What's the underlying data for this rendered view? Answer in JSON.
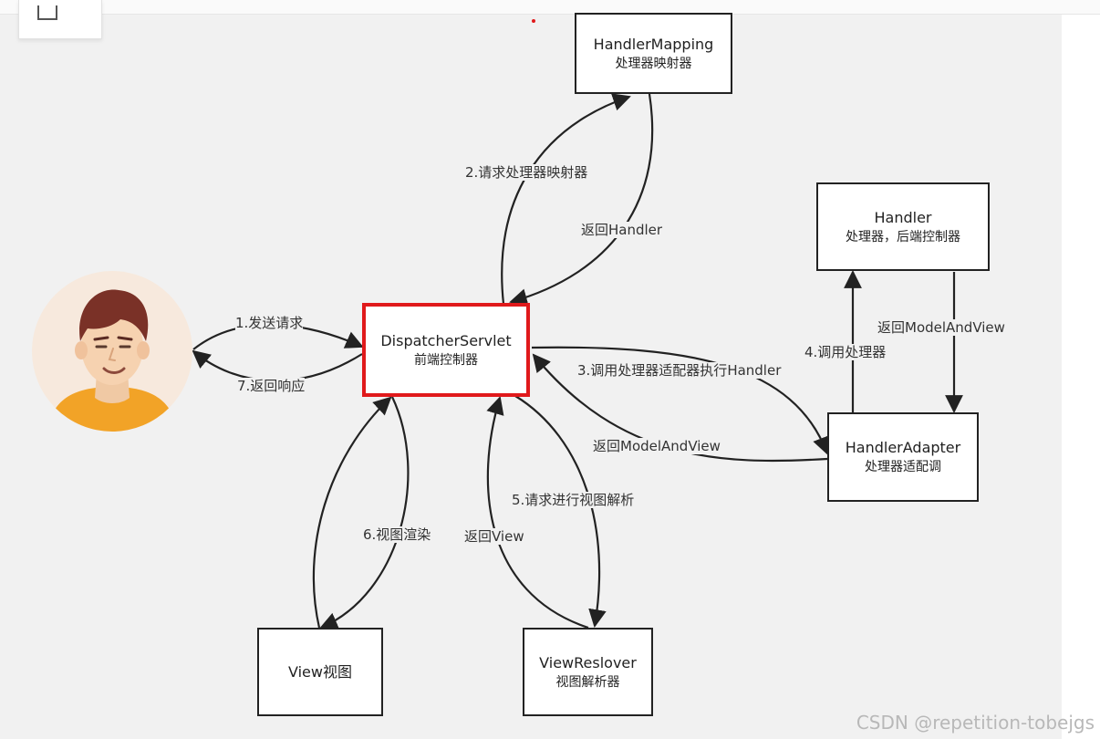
{
  "nodes": {
    "handler_mapping": {
      "title": "HandlerMapping",
      "subtitle": "处理器映射器"
    },
    "handler": {
      "title": "Handler",
      "subtitle": "处理器，后端控制器"
    },
    "dispatcher_servlet": {
      "title": "DispatcherServlet",
      "subtitle": "前端控制器"
    },
    "handler_adapter": {
      "title": "HandlerAdapter",
      "subtitle": "处理器适配调"
    },
    "view": {
      "title": "View视图"
    },
    "view_reslover": {
      "title": "ViewReslover",
      "subtitle": "视图解析器"
    }
  },
  "edges": {
    "send_request": "1.发送请求",
    "return_response": "7.返回响应",
    "request_mapping": "2.请求处理器映射器",
    "return_handler": "返回Handler",
    "call_adapter": "3.调用处理器适配器执行Handler",
    "return_mav_adapter": "返回ModelAndView",
    "call_handler": "4.调用处理器",
    "return_mav_handler": "返回ModelAndView",
    "request_resolve": "5.请求进行视图解析",
    "return_view": "返回View",
    "render_view": "6.视图渲染"
  },
  "colors": {
    "highlight_border": "#e0191b",
    "arrow": "#222222",
    "background": "#f1f1f1"
  },
  "watermark": "CSDN @repetition-tobejgs",
  "icons": {
    "user": "user-avatar-icon",
    "toolbar": "document-icon"
  }
}
